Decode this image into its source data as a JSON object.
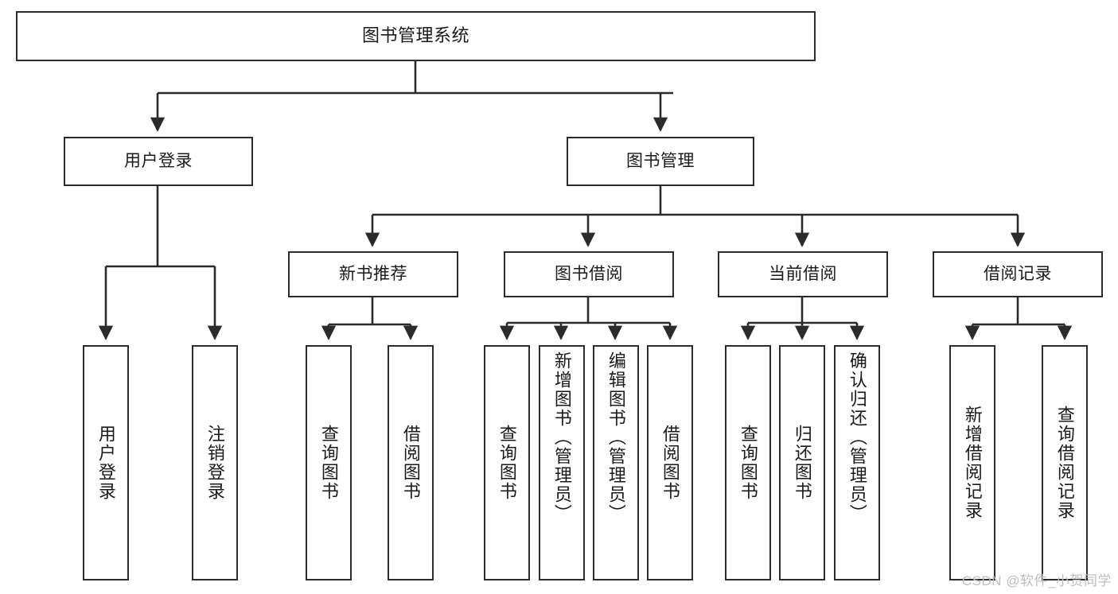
{
  "diagram": {
    "title": "图书管理系统",
    "type": "tree-hierarchy",
    "stroke_color": "#2b2b2b",
    "background_color": "#ffffff",
    "text_color": "#1a1a1a"
  },
  "nodes": {
    "root": {
      "id": "root",
      "label": "图书管理系统",
      "level": 1,
      "orientation": "horizontal"
    },
    "level2": [
      {
        "id": "user-login",
        "label": "用户登录",
        "level": 2,
        "orientation": "horizontal"
      },
      {
        "id": "book-management",
        "label": "图书管理",
        "level": 2,
        "orientation": "horizontal"
      }
    ],
    "level3": [
      {
        "id": "new-book-recommend",
        "label": "新书推荐",
        "level": 3,
        "orientation": "horizontal"
      },
      {
        "id": "book-borrow",
        "label": "图书借阅",
        "level": 3,
        "orientation": "horizontal"
      },
      {
        "id": "current-borrow",
        "label": "当前借阅",
        "level": 3,
        "orientation": "horizontal"
      },
      {
        "id": "borrow-record",
        "label": "借阅记录",
        "level": 3,
        "orientation": "horizontal"
      }
    ],
    "leaves": [
      {
        "id": "leaf-user-login",
        "label": "用户登录",
        "parent": "user-login",
        "orientation": "vertical",
        "align": "middle"
      },
      {
        "id": "leaf-logout",
        "label": "注销登录",
        "parent": "user-login",
        "orientation": "vertical",
        "align": "middle"
      },
      {
        "id": "leaf-query-book-1",
        "label": "查询图书",
        "parent": "new-book-recommend",
        "orientation": "vertical",
        "align": "middle"
      },
      {
        "id": "leaf-borrow-book-1",
        "label": "借阅图书",
        "parent": "new-book-recommend",
        "orientation": "vertical",
        "align": "middle"
      },
      {
        "id": "leaf-query-book-2",
        "label": "查询图书",
        "parent": "book-borrow",
        "orientation": "vertical",
        "align": "middle"
      },
      {
        "id": "leaf-add-book",
        "label": "新增图书（管理员）",
        "parent": "book-borrow",
        "orientation": "vertical",
        "align": "top"
      },
      {
        "id": "leaf-edit-book",
        "label": "编辑图书（管理员）",
        "parent": "book-borrow",
        "orientation": "vertical",
        "align": "top"
      },
      {
        "id": "leaf-borrow-book-2",
        "label": "借阅图书",
        "parent": "book-borrow",
        "orientation": "vertical",
        "align": "middle"
      },
      {
        "id": "leaf-query-book-3",
        "label": "查询图书",
        "parent": "current-borrow",
        "orientation": "vertical",
        "align": "middle"
      },
      {
        "id": "leaf-return-book",
        "label": "归还图书",
        "parent": "current-borrow",
        "orientation": "vertical",
        "align": "middle"
      },
      {
        "id": "leaf-confirm-return",
        "label": "确认归还（管理员）",
        "parent": "current-borrow",
        "orientation": "vertical",
        "align": "top"
      },
      {
        "id": "leaf-add-record",
        "label": "新增借阅记录",
        "parent": "borrow-record",
        "orientation": "vertical",
        "align": "middle"
      },
      {
        "id": "leaf-query-record",
        "label": "查询借阅记录",
        "parent": "borrow-record",
        "orientation": "vertical",
        "align": "middle"
      }
    ]
  },
  "watermark": {
    "text": "CSDN @软件_小贺同学"
  }
}
